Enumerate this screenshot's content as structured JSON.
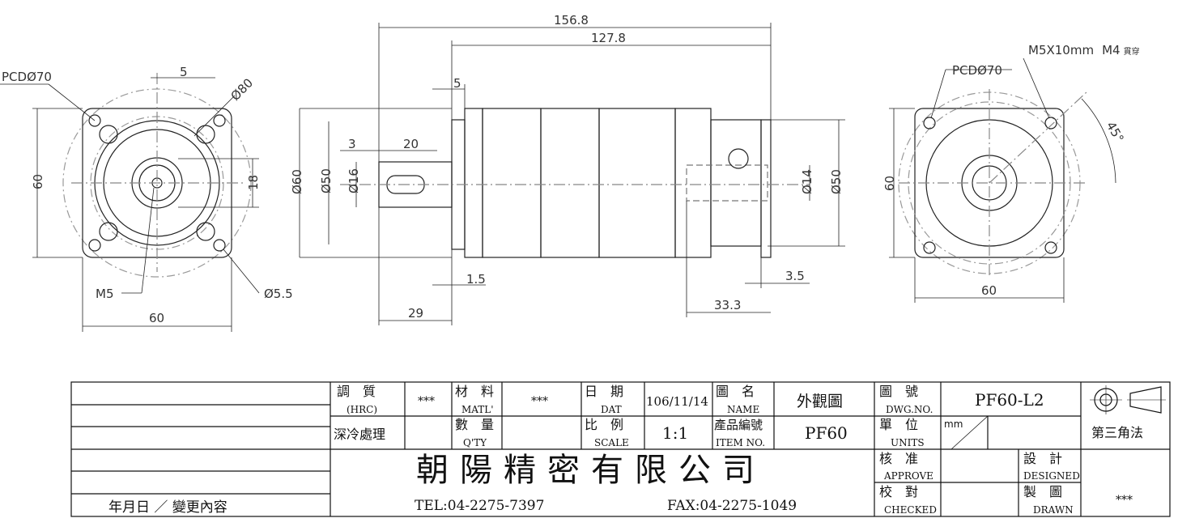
{
  "drawing": {
    "left_view": {
      "pcd": "PCDØ70",
      "hole_spacing": "5",
      "outer_dia": "Ø80",
      "height": "60",
      "shaft_dim": "18",
      "thread": "M5",
      "hole_dia": "Ø5.5",
      "width": "60"
    },
    "side_view": {
      "total_length": "156.8",
      "body_length": "127.8",
      "flange_thk": "5",
      "key_offset": "3",
      "key_length": "20",
      "height": "Ø60",
      "pilot": "Ø50",
      "shaft": "Ø16",
      "bore": "Ø14",
      "rear_dia": "Ø50",
      "pilot_depth": "1.5",
      "rear_step": "3.5",
      "shaft_length": "29",
      "rear_length": "33.3"
    },
    "right_view": {
      "thread_note": "M5X10mm",
      "thread_note2": "M4",
      "thread_note3": "貫穿",
      "pcd": "PCDØ70",
      "angle": "45°",
      "height": "60",
      "width": "60"
    }
  },
  "title_block": {
    "revision_label": "年月日 ／ 變更內容",
    "hrc_label": "調　質",
    "hrc_sub": "(HRC)",
    "hrc_value": "***",
    "hrc_treatment": "深冷處理",
    "material_label": "材　料",
    "material_sub": "MATL'",
    "material_value": "***",
    "qty_label": "數　量",
    "qty_sub": "Q'TY",
    "date_label": "日　期",
    "date_sub": "DAT",
    "date_value": "106/11/14",
    "scale_label": "比　例",
    "scale_sub": "SCALE",
    "scale_value": "1:1",
    "name_label": "圖　名",
    "name_sub": "NAME",
    "name_value": "外觀圖",
    "item_label": "產品編號",
    "item_sub": "ITEM NO.",
    "item_value": "PF60",
    "dwg_label": "圖　號",
    "dwg_sub": "DWG.NO.",
    "dwg_value": "PF60-L2",
    "units_label": "單　位",
    "units_sub": "UNITS",
    "units_value": "mm",
    "projection": "第三角法",
    "company": "朝陽精密有限公司",
    "tel": "TEL:04-2275-7397",
    "fax": "FAX:04-2275-1049",
    "approve_label": "核　准",
    "approve_sub": "APPROVE",
    "checked_label": "校　對",
    "checked_sub": "CHECKED",
    "designed_label": "設　計",
    "designed_sub": "DESIGNED",
    "drawn_label": "製　圖",
    "drawn_sub": "DRAWN",
    "drawn_value": "***"
  }
}
